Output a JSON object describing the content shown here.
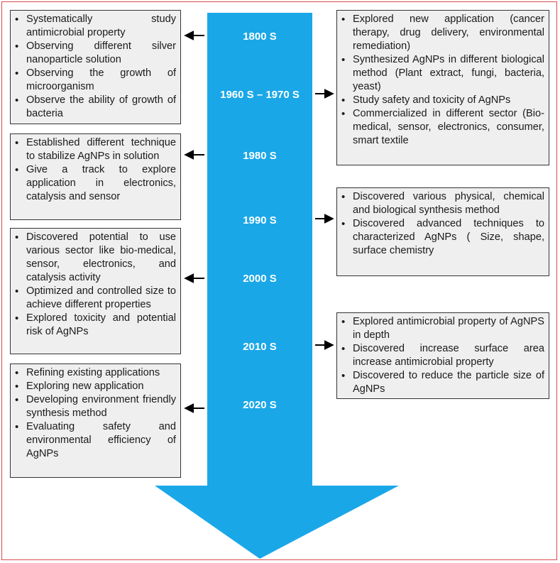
{
  "colors": {
    "arrow": "#1aa7e8",
    "frame": "#d94a4a",
    "box_bg": "#efefef",
    "box_border": "#333333"
  },
  "timeline": [
    {
      "era": "1800 S"
    },
    {
      "era": "1960 S – 1970 S"
    },
    {
      "era": "1980 S"
    },
    {
      "era": "1990 S"
    },
    {
      "era": "2000 S"
    },
    {
      "era": "2010 S"
    },
    {
      "era": "2020 S"
    }
  ],
  "boxes": {
    "b1800": [
      "Systematically study antimicrobial property",
      "Observing different silver nanoparticle solution",
      "Observing the growth of microorganism",
      "Observe the ability of growth of bacteria"
    ],
    "b1960": [
      "Explored new application (cancer therapy, drug delivery, environmental remediation)",
      "Synthesized AgNPs in different biological method (Plant extract, fungi, bacteria, yeast)",
      "Study safety and toxicity of AgNPs",
      "Commercialized in different sector (Bio-medical, sensor, electronics, consumer, smart textile"
    ],
    "b1980": [
      "Established different technique to stabilize AgNPs in solution",
      "Give a track to explore application in electronics, catalysis and sensor"
    ],
    "b1990": [
      "Discovered various physical, chemical and biological synthesis method",
      "Discovered advanced techniques to characterized AgNPs ( Size, shape, surface chemistry"
    ],
    "b2000": [
      "Discovered potential to use various sector like bio-medical, sensor, electronics, and catalysis activity",
      "Optimized and controlled size to achieve different properties",
      "Explored toxicity and potential risk of AgNPs"
    ],
    "b2010": [
      "Explored antimicrobial property of AgNPS in depth",
      "Discovered increase surface area increase antimicrobial property",
      "Discovered to reduce the particle size of AgNPs"
    ],
    "b2020": [
      "Refining existing applications",
      "Exploring new application",
      "Developing environment friendly synthesis method",
      "Evaluating safety and environmental efficiency of AgNPs"
    ]
  }
}
